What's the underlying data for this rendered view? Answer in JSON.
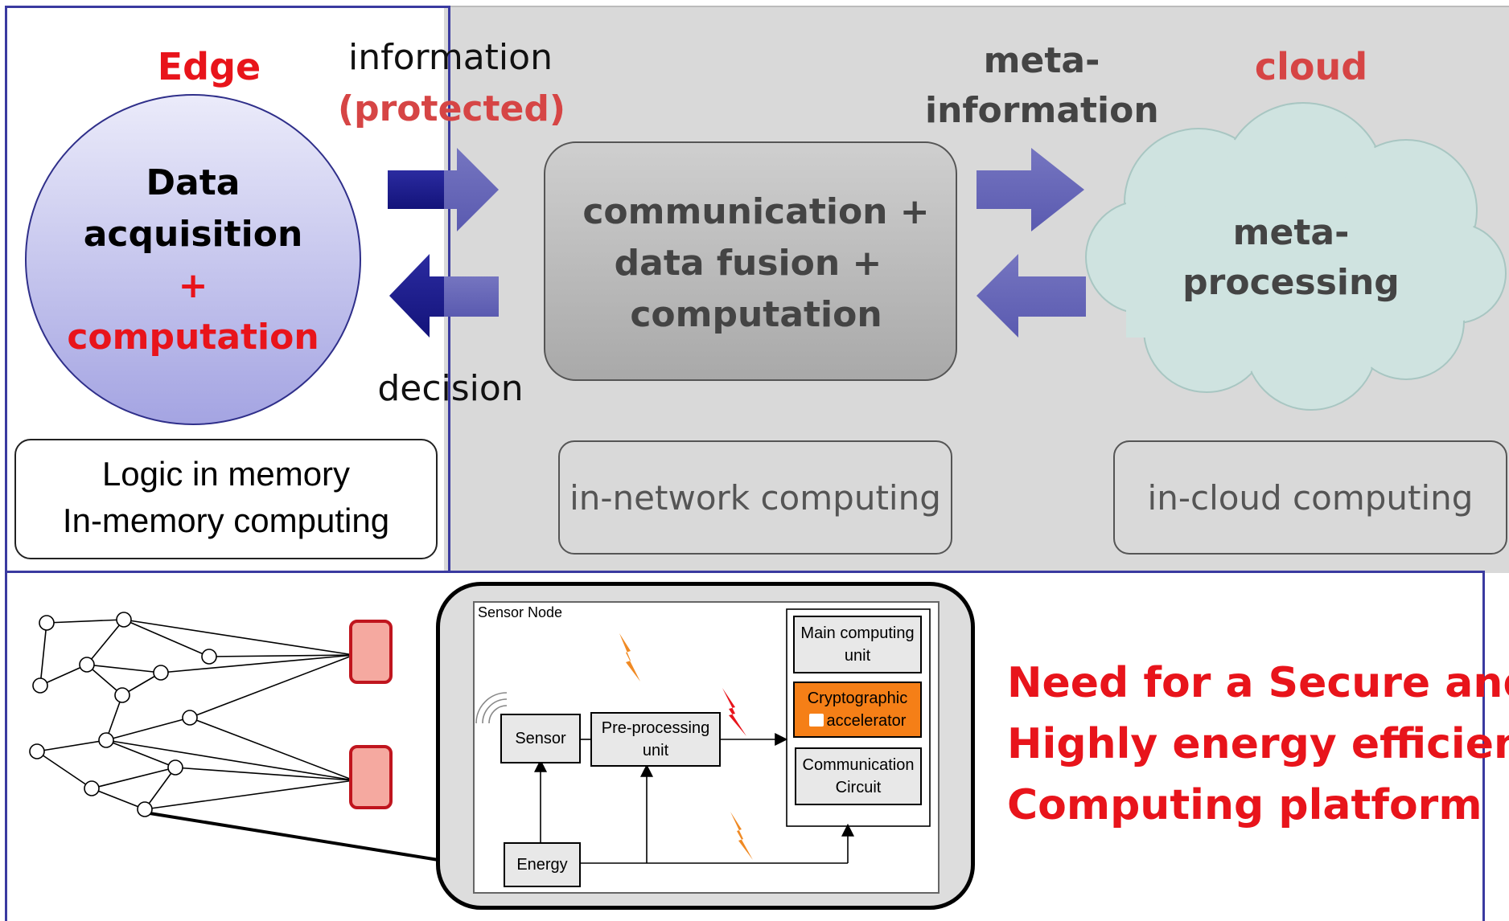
{
  "edge": {
    "title": "Edge",
    "circle_line1": "Data",
    "circle_line2": "acquisition",
    "circle_plus": "+",
    "circle_line3": "computation",
    "memory_line1": "Logic in memory",
    "memory_line2": "In-memory computing"
  },
  "arrows": {
    "information": "information",
    "protected": "(protected)",
    "decision": "decision",
    "meta_line1": "meta-",
    "meta_line2": "information"
  },
  "network": {
    "box_line1": "communication +",
    "box_line2": "data fusion +",
    "box_line3": "computation",
    "label": "in-network computing"
  },
  "cloud": {
    "title": "cloud",
    "line1": "meta-",
    "line2": "processing",
    "label": "in-cloud computing"
  },
  "sensor_node": {
    "title": "Sensor Node",
    "sensor": "Sensor",
    "preproc_line1": "Pre-processing",
    "preproc_line2": "unit",
    "main_line1": "Main computing",
    "main_line2": "unit",
    "crypto_line1": "Cryptographic",
    "crypto_line2": "accelerator",
    "comm_line1": "Communication",
    "comm_line2": "Circuit",
    "energy": "Energy"
  },
  "headline": {
    "line1": "Need for a Secure and",
    "line2": "Highly energy efficient",
    "line3": "Computing platform"
  },
  "colors": {
    "red": "#e8141b",
    "cloud_red": "#d64545",
    "blue_border": "#3a3aa0",
    "gray_panel": "#d9d9d9",
    "crypto_orange": "#f57f17",
    "node_red": "#f5a9a0"
  }
}
